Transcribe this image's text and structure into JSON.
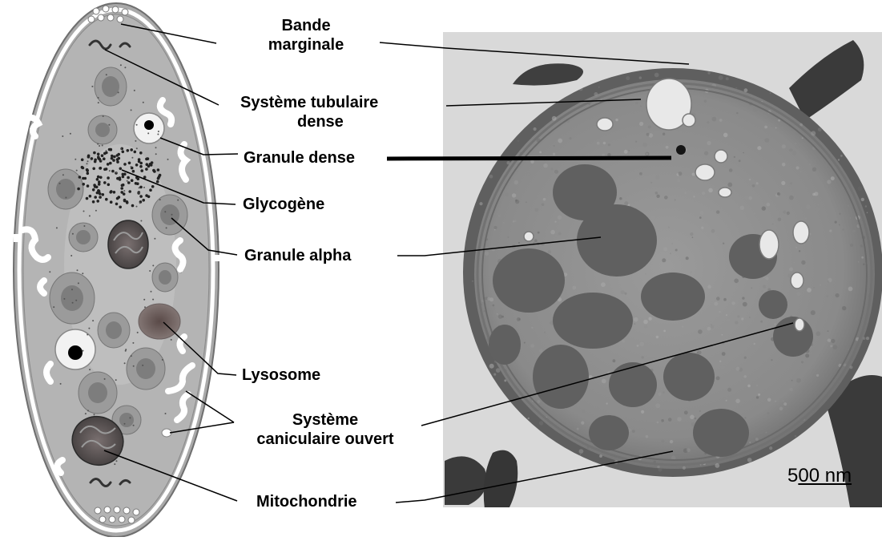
{
  "labels": {
    "bande_1": "Bande",
    "bande_2": "marginale",
    "tubulaire_1": "Système tubulaire",
    "tubulaire_2": "dense",
    "granule_dense": "Granule dense",
    "glycogene": "Glycogène",
    "granule_alpha": "Granule alpha",
    "lysosome": "Lysosome",
    "canaliculaire_1": "Système",
    "canaliculaire_2": "caniculaire ouvert",
    "mitochondrie": "Mitochondrie"
  },
  "scale_bar": {
    "prefix": "5",
    "underlined": "00 nm"
  }
}
